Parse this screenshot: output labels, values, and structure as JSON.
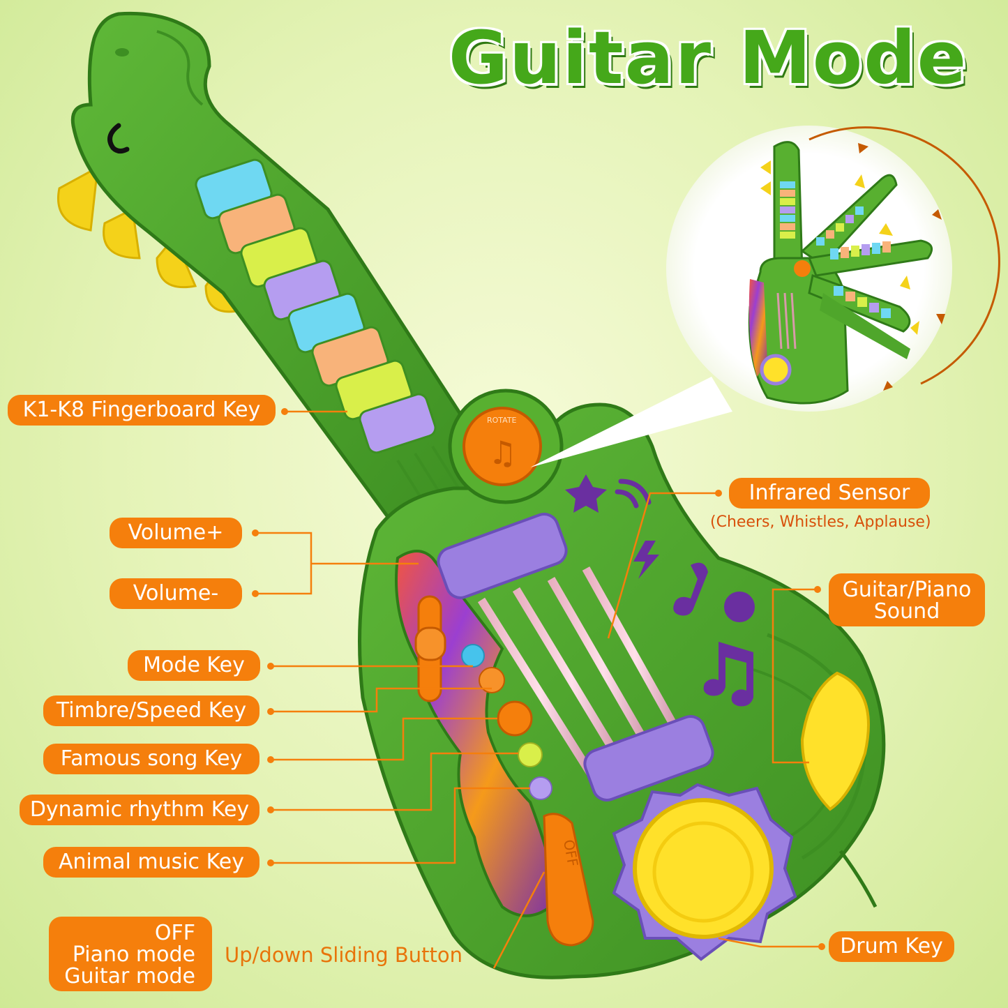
{
  "title": "Guitar Mode",
  "labels": {
    "fingerboard": "K1-K8 Fingerboard Key",
    "volume_up": "Volume+",
    "volume_down": "Volume-",
    "mode": "Mode Key",
    "timbre": "Timbre/Speed Key",
    "famous_song": "Famous song Key",
    "dynamic_rhythm": "Dynamic rhythm Key",
    "animal_music": "Animal music Key",
    "switch_off": "OFF",
    "switch_piano": "Piano mode",
    "switch_guitar": "Guitar mode",
    "sliding_button": "Up/down Sliding Button",
    "infrared": "Infrared Sensor",
    "infrared_sub": "(Cheers, Whistles, Applause)",
    "sound_line1": "Guitar/Piano",
    "sound_line2": "Sound",
    "drum": "Drum Key",
    "rotate": "ROTATE",
    "off_slider": "OFF"
  },
  "colors": {
    "accent": "#f57f0c",
    "guitar_green": "#4fa62b",
    "title_green": "#45a81a",
    "purple": "#9b7fe0",
    "yellow": "#ffe12a"
  },
  "key_colors": [
    "#6fd8f2",
    "#f8b37a",
    "#d9ef4a",
    "#b59df0",
    "#6fd8f2",
    "#f8b37a",
    "#d9ef4a",
    "#b59df0"
  ],
  "icons": [
    "star-icon",
    "sound-wave-icon",
    "lightning-icon",
    "music-note-icon",
    "dot-icon",
    "double-note-icon"
  ]
}
